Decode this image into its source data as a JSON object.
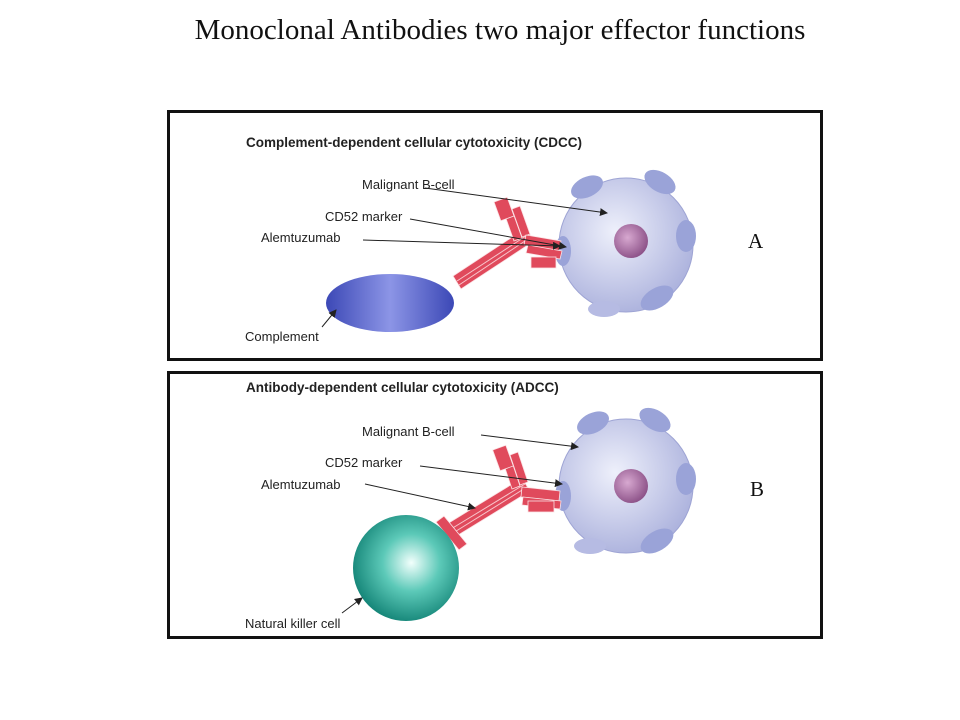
{
  "title": "Monoclonal Antibodies two major effector functions",
  "panels": [
    {
      "heading": "Complement-dependent cellular cytotoxicity (CDCC)",
      "labels": {
        "malignant_b_cell": "Malignant B-cell",
        "cd52_marker": "CD52 marker",
        "alemtuzumab": "Alemtuzumab",
        "effector": "Complement"
      },
      "letter": "A"
    },
    {
      "heading": "Antibody-dependent cellular cytotoxicity (ADCC)",
      "labels": {
        "malignant_b_cell": "Malignant B-cell",
        "cd52_marker": "CD52 marker",
        "alemtuzumab": "Alemtuzumab",
        "effector": "Natural killer cell"
      },
      "letter": "B"
    }
  ],
  "colors": {
    "antibody": "#e04a5c",
    "b_cell": "#c7cbea",
    "nucleus": "#a0649a",
    "complement": "#4a57c4",
    "nk_cell": "#1aa394"
  }
}
